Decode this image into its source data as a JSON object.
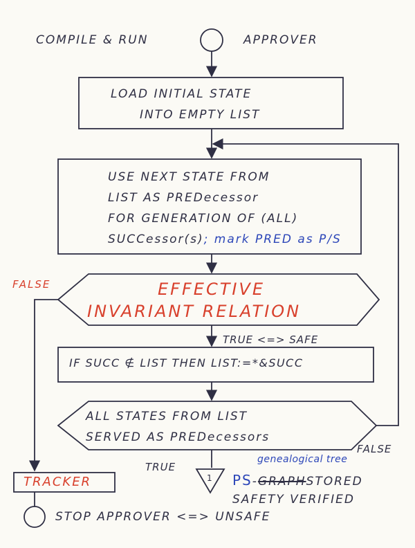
{
  "start": {
    "left_label": "COMPILE & RUN",
    "right_label": "APPROVER"
  },
  "load_box": {
    "line1": "LOAD INITIAL STATE",
    "line2": "INTO EMPTY LIST"
  },
  "next_state_box": {
    "line1": "USE NEXT STATE FROM",
    "line2": "LIST AS PREDecessor",
    "line3": "FOR GENERATION OF (ALL)",
    "line4": "SUCCessor(s)",
    "line4_note": "; mark PRED as P/S"
  },
  "invariant": {
    "false_label": "FALSE",
    "line1": "EFFECTIVE",
    "line2": "INVARIANT RELATION",
    "true_label": "TRUE <=> SAFE"
  },
  "succ_box": {
    "text": "IF SUCC ∉ LIST THEN LIST:=*&SUCC"
  },
  "all_states": {
    "line1": "ALL STATES FROM LIST",
    "line2": "SERVED AS PREDecessors",
    "false_label": "FALSE",
    "true_label": "TRUE"
  },
  "storage": {
    "number": "1",
    "ps": "PS",
    "dash": "-",
    "struck": "GRAPH",
    "stored": "STORED",
    "annotation": "genealogical tree",
    "verified": "SAFETY VERIFIED"
  },
  "tracker": {
    "label": "TRACKER"
  },
  "stop": {
    "label": "STOP APPROVER <=> UNSAFE"
  },
  "colors": {
    "ink": "#2f2f44",
    "red": "#d8402c",
    "blue": "#2c46b8",
    "paper": "#fbfaf5"
  }
}
